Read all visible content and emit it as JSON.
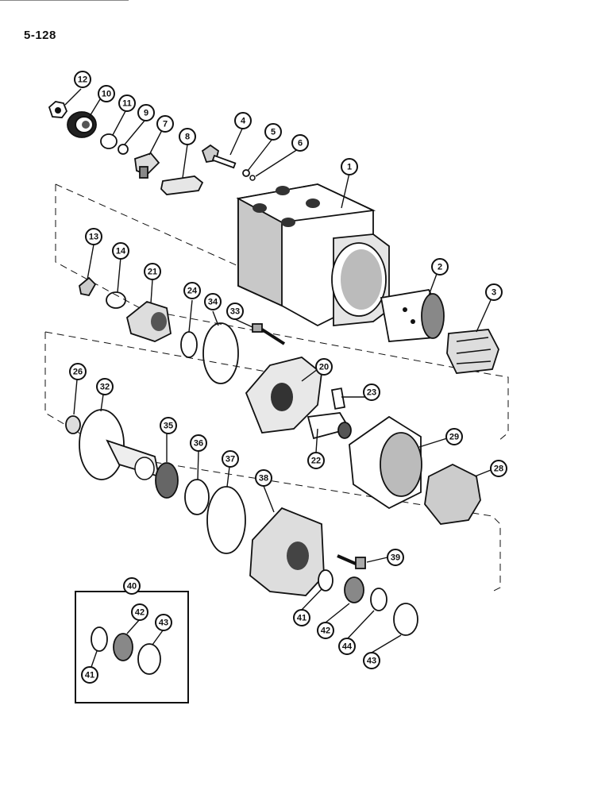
{
  "page_number": "5-128",
  "callouts": [
    "1",
    "2",
    "3",
    "4",
    "5",
    "6",
    "7",
    "8",
    "9",
    "10",
    "11",
    "12",
    "13",
    "14",
    "20",
    "21",
    "22",
    "23",
    "24",
    "26",
    "28",
    "29",
    "32",
    "33",
    "34",
    "35",
    "36",
    "37",
    "38",
    "39",
    "40",
    "41",
    "42",
    "43",
    "44"
  ],
  "inset_label": "40",
  "inset_callouts": [
    "41",
    "42",
    "43"
  ],
  "main_callouts_bottom": [
    "41",
    "42",
    "44",
    "43"
  ]
}
